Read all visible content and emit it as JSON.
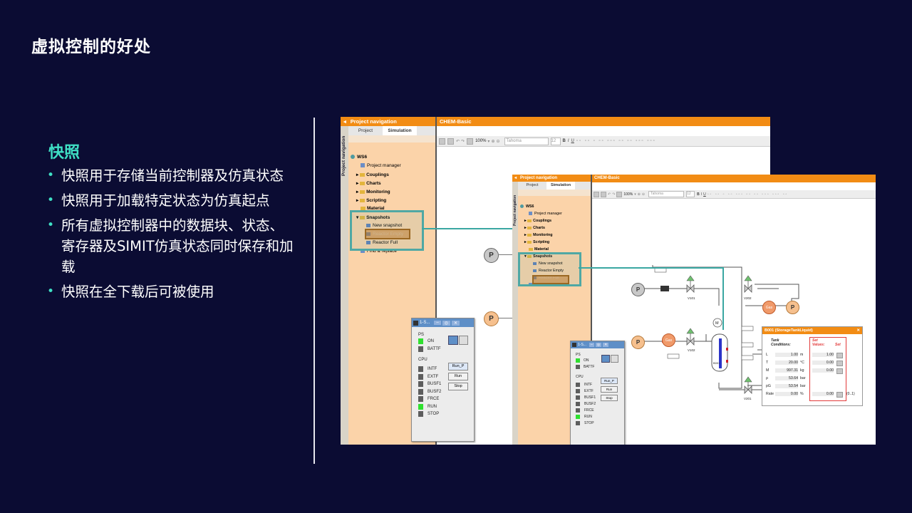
{
  "slide": {
    "title": "虚拟控制的好处",
    "section": "快照",
    "bullets": [
      "快照用于存储当前控制器及仿真状态",
      "快照用于加载特定状态为仿真起点",
      "所有虚拟控制器中的数据块、状态、寄存器及SIMIT仿真状态同时保存和加载",
      "快照在全下载后可被使用"
    ]
  },
  "colors": {
    "background": "#0b0c33",
    "accent": "#3fe0c5",
    "orange": "#f28c14",
    "nav": "#fbd3a9",
    "highlight": "#4fa8a4",
    "led_on": "#2fe02f"
  },
  "nav": {
    "header": "Project navigation",
    "vertical_tab": "Project navigation",
    "tabs": [
      "Project",
      "Simulation"
    ],
    "root": "WS6",
    "items": [
      "Project manager",
      "Couplings",
      "Charts",
      "Monitoring",
      "Scripting",
      "Material",
      "Snapshots"
    ],
    "snapshots": [
      "New snapshot",
      "Reactor Empty",
      "Reactor Full"
    ],
    "find": "Find & replace"
  },
  "editor": {
    "title": "CHEM-Basic",
    "zoom": "100%",
    "font": "Tahoma",
    "size": "12"
  },
  "icons": [
    "save-icon",
    "print-icon",
    "undo-icon",
    "redo-icon",
    "grid-icon",
    "zoom-in-icon",
    "zoom-out-icon",
    "bold-icon",
    "italic-icon",
    "underline-icon"
  ],
  "cpu": {
    "title": "1-S...",
    "ps": "PS",
    "on": "ON",
    "batt": "BATTF",
    "cpu": "CPU",
    "leds": [
      "INTF",
      "EXTF",
      "BUSF1",
      "BUSF2",
      "FRCE",
      "RUN",
      "STOP"
    ],
    "led_states": [
      false,
      false,
      false,
      false,
      false,
      true,
      false
    ],
    "front_win_leds": [
      "INTF",
      "EXTF",
      "BUSF1",
      "BUSF2",
      "FRCE",
      "RUN",
      "STOP"
    ],
    "buttons": [
      "Run_P",
      "Run",
      "Stop"
    ],
    "ps_on": true
  },
  "diagram": {
    "pump": "P",
    "gas": "Gas",
    "motor": "M",
    "valves": [
      "V101",
      "V102",
      "V202",
      "V201"
    ],
    "tank": "B001"
  },
  "tank_panel": {
    "title": "B001 (StorageTankLiquid)",
    "col1": "Tank Conditions:",
    "col2": "Set Values:",
    "col3": "Set",
    "rows": [
      {
        "label": "L",
        "value": "1.00",
        "unit": "m",
        "set": "1.00"
      },
      {
        "label": "T",
        "value": "20.00",
        "unit": "°C",
        "set": "0.00"
      },
      {
        "label": "M",
        "value": "997.31",
        "unit": "kg",
        "set": "0.00"
      },
      {
        "label": "ρ",
        "value": "53.64",
        "unit": "bar",
        "set": ""
      },
      {
        "label": "pG",
        "value": "53.54",
        "unit": "bar",
        "set": ""
      },
      {
        "label": "Rate",
        "value": "0.00",
        "unit": "%",
        "set": "0.00"
      }
    ],
    "rate_range": "(0..1)"
  }
}
